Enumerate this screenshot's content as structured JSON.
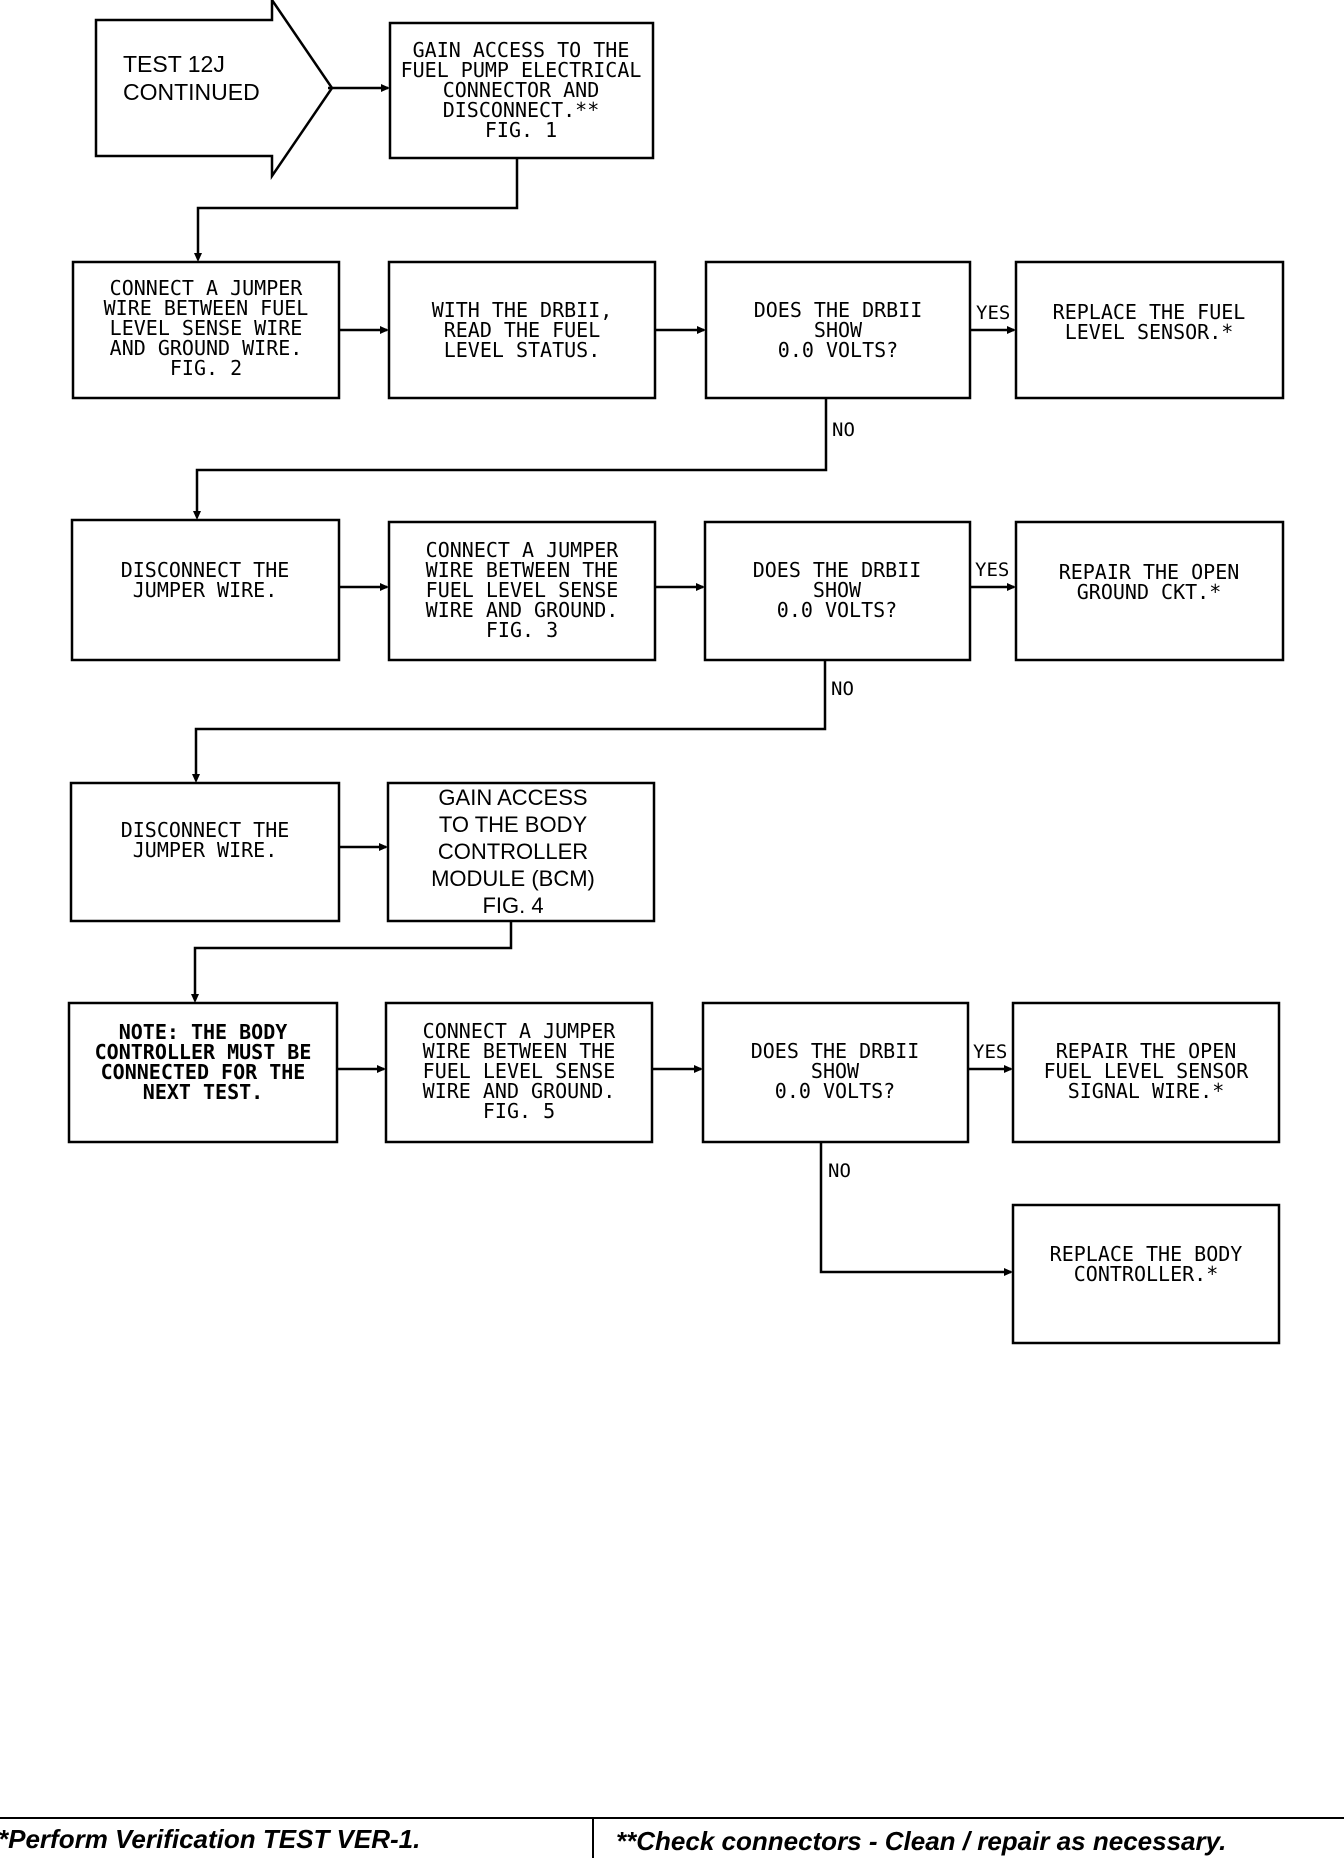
{
  "start": {
    "lines": [
      "TEST 12J",
      "CONTINUED"
    ]
  },
  "boxes": {
    "b1": {
      "lines": [
        "GAIN ACCESS TO THE",
        "FUEL PUMP ELECTRICAL",
        "CONNECTOR AND",
        "DISCONNECT.**",
        "FIG. 1"
      ]
    },
    "b2": {
      "lines": [
        "CONNECT A JUMPER",
        "WIRE BETWEEN FUEL",
        "LEVEL SENSE WIRE",
        "AND GROUND WIRE.",
        "FIG. 2"
      ]
    },
    "b3": {
      "lines": [
        "WITH THE DRBII,",
        "READ THE FUEL",
        "LEVEL STATUS."
      ]
    },
    "b4": {
      "lines": [
        "DOES THE DRBII",
        "SHOW",
        "0.0 VOLTS?"
      ]
    },
    "b5": {
      "lines": [
        "REPLACE THE FUEL",
        "LEVEL SENSOR.*"
      ]
    },
    "b6": {
      "lines": [
        "DISCONNECT THE",
        "JUMPER WIRE."
      ]
    },
    "b7": {
      "lines": [
        "CONNECT A JUMPER",
        "WIRE BETWEEN THE",
        "FUEL LEVEL SENSE",
        "WIRE AND GROUND.",
        "FIG. 3"
      ]
    },
    "b8": {
      "lines": [
        "DOES THE DRBII",
        "SHOW",
        "0.0 VOLTS?"
      ]
    },
    "b9": {
      "lines": [
        "REPAIR THE OPEN",
        "GROUND CKT.*"
      ]
    },
    "b10": {
      "lines": [
        "DISCONNECT THE",
        "JUMPER WIRE."
      ]
    },
    "b11": {
      "lines": [
        "GAIN ACCESS",
        "TO THE BODY",
        "CONTROLLER",
        "MODULE (BCM)",
        "FIG. 4"
      ]
    },
    "b12": {
      "lines": [
        "NOTE: THE BODY",
        "CONTROLLER MUST BE",
        "CONNECTED FOR THE",
        "NEXT TEST."
      ]
    },
    "b13": {
      "lines": [
        "CONNECT A JUMPER",
        "WIRE BETWEEN THE",
        "FUEL LEVEL SENSE",
        "WIRE AND GROUND.",
        "FIG. 5"
      ]
    },
    "b14": {
      "lines": [
        "DOES THE DRBII",
        "SHOW",
        "0.0 VOLTS?"
      ]
    },
    "b15": {
      "lines": [
        "REPAIR THE OPEN",
        "FUEL LEVEL SENSOR",
        "SIGNAL WIRE.*"
      ]
    },
    "b16": {
      "lines": [
        "REPLACE THE BODY",
        "CONTROLLER.*"
      ]
    }
  },
  "labels": {
    "yes": "YES",
    "no": "NO"
  },
  "footer": {
    "left": "*Perform Verification TEST VER-1.",
    "right": "**Check connectors - Clean / repair as necessary."
  }
}
